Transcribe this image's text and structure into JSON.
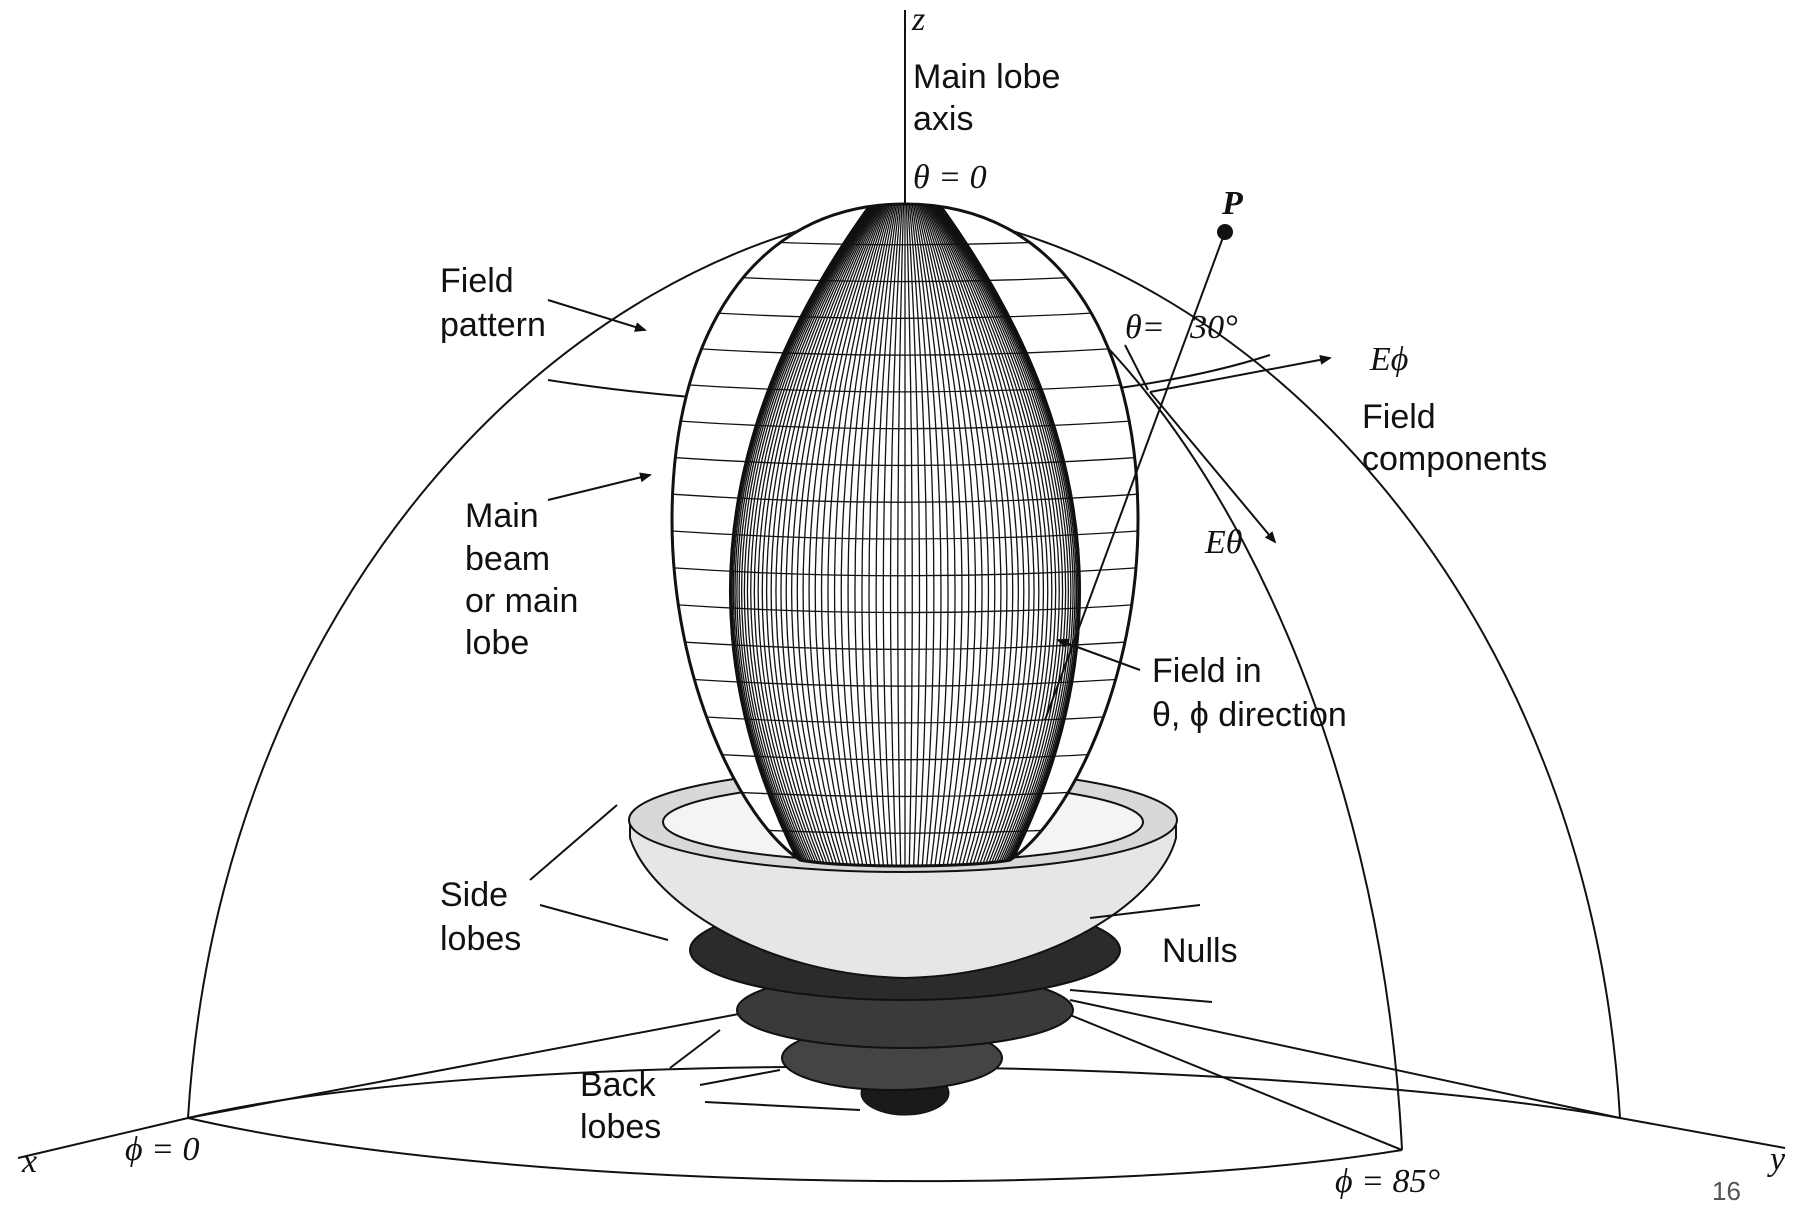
{
  "axes": {
    "x": "x",
    "y": "y",
    "z": "z"
  },
  "labels": {
    "main_lobe_axis": [
      "Main lobe",
      "axis"
    ],
    "theta_zero": "θ = 0",
    "point_p": "P",
    "field_pattern": [
      "Field",
      "pattern"
    ],
    "theta_30": "θ=   30°",
    "e_phi": "Eϕ",
    "field_components": [
      "Field",
      "components"
    ],
    "e_theta": "Eθ",
    "main_beam": [
      "Main",
      "beam",
      "or main",
      "lobe"
    ],
    "field_in_direction": [
      "Field in",
      "θ, ϕ direction"
    ],
    "side_lobes": [
      "Side",
      "lobes"
    ],
    "nulls": "Nulls",
    "back_lobes": [
      "Back",
      "lobes"
    ],
    "phi_zero": "ϕ = 0",
    "phi_85": "ϕ = 85°"
  },
  "page_number": "16"
}
